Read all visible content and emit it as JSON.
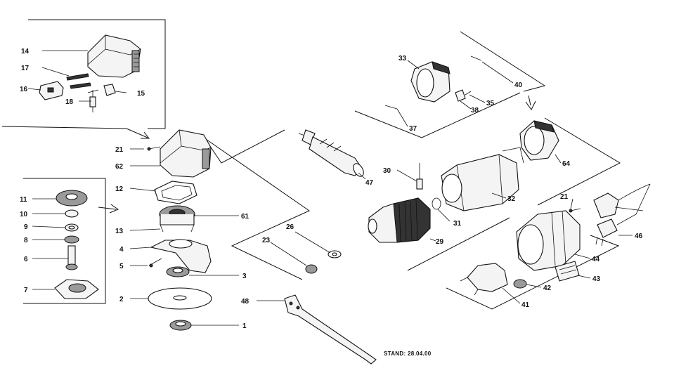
{
  "labels": {
    "p1": "1",
    "p2": "2",
    "p3": "3",
    "p4": "4",
    "p5": "5",
    "p6": "6",
    "p7": "7",
    "p8": "8",
    "p9": "9",
    "p10": "10",
    "p11": "11",
    "p12": "12",
    "p13": "13",
    "p14": "14",
    "p15": "15",
    "p16": "16",
    "p17": "17",
    "p18": "18",
    "p21a": "21",
    "p21b": "21",
    "p23": "23",
    "p26": "26",
    "p29": "29",
    "p30": "30",
    "p31": "31",
    "p32": "32",
    "p33": "33",
    "p35": "35",
    "p37": "37",
    "p38": "38",
    "p40": "40",
    "p41": "41",
    "p42": "42",
    "p43": "43",
    "p44": "44",
    "p46": "46",
    "p47": "47",
    "p48": "48",
    "p61": "61",
    "p62": "62",
    "p64": "64"
  },
  "stand": "STAND: 28.04.00"
}
